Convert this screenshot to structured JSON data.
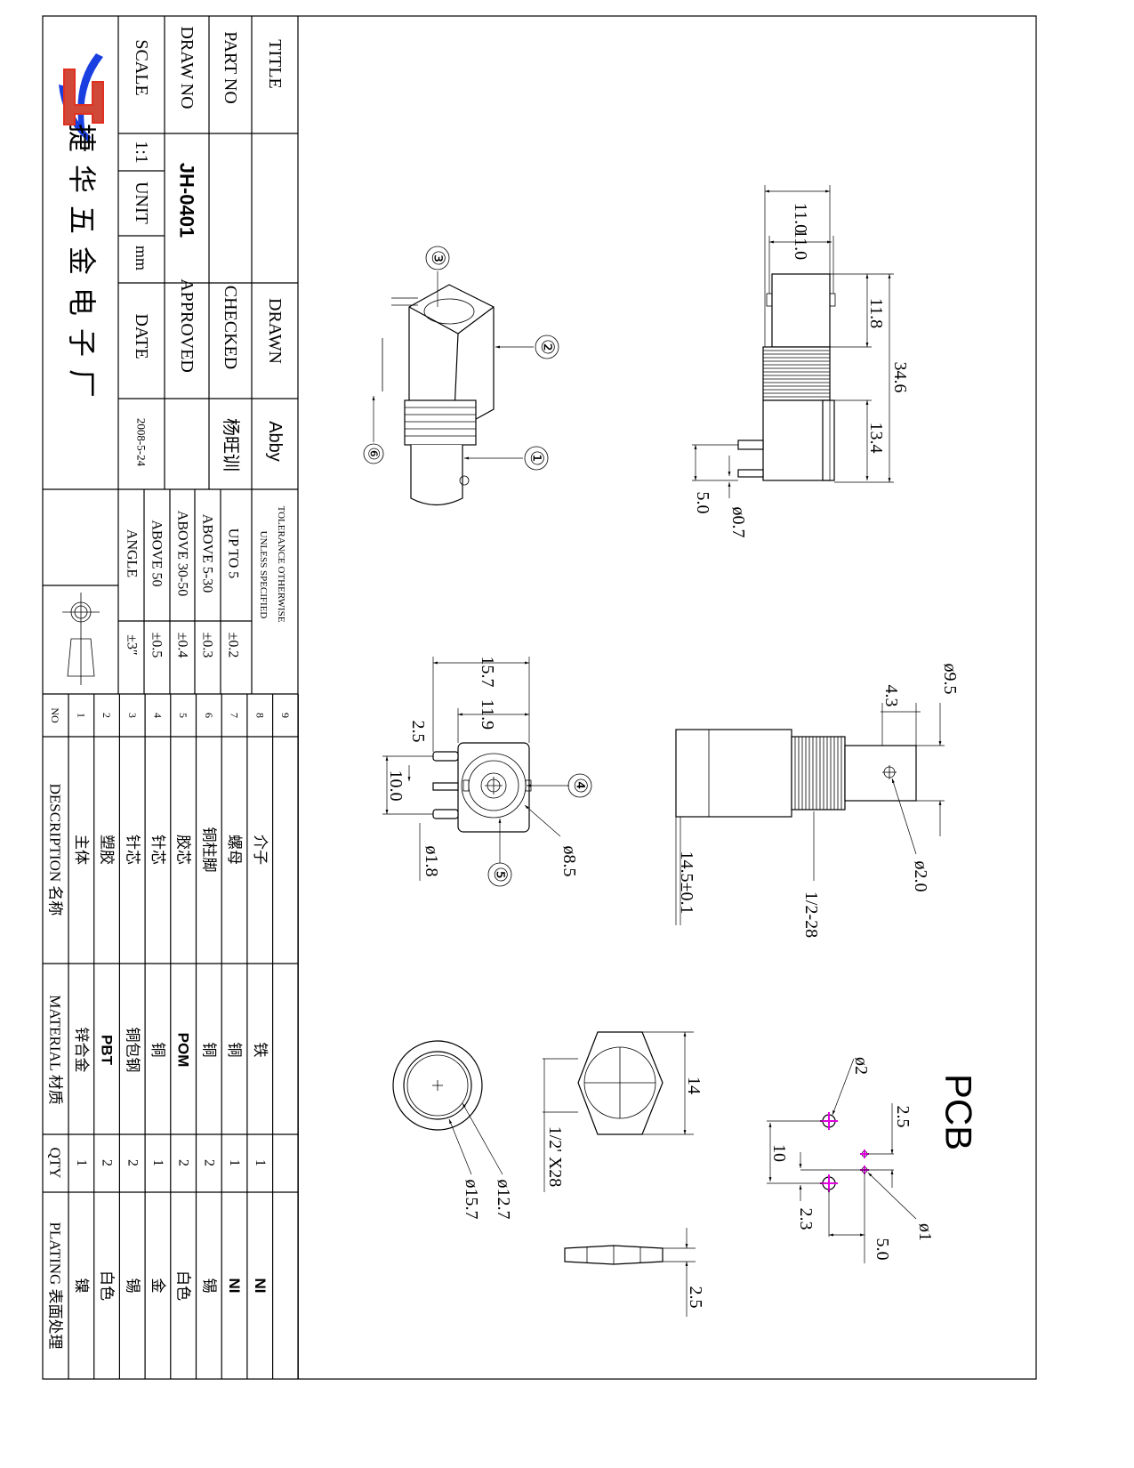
{
  "title_block": {
    "company_name": "捷华五金电子厂",
    "logo_letters": "JH",
    "title_label": "TITLE",
    "title_value": "",
    "part_no_label": "PART  NO",
    "part_no_value": "",
    "draw_no_label": "DRAW  NO",
    "draw_no_value": "JH-0401",
    "scale_label": "SCALE",
    "scale_value": "1:1",
    "unit_label": "UNIT",
    "unit_value": "mm",
    "drawn_label": "DRAWN",
    "drawn_value": "Abby",
    "checked_label": "CHECKED",
    "checked_value": "杨旺训",
    "approved_label": "APPROVED",
    "approved_value": "",
    "date_label": "DATE",
    "date_value": "2008-5-24"
  },
  "tolerance": {
    "header_line1": "TOLERANCE  OTHERWISE",
    "header_line2": "UNLESS         SPECIFIED",
    "rows": [
      {
        "range": "UP  TO  5",
        "value": "±0.2"
      },
      {
        "range": "ABOVE  5-30",
        "value": "±0.3"
      },
      {
        "range": "ABOVE  30-50",
        "value": "±0.4"
      },
      {
        "range": "ABOVE  50",
        "value": "±0.5"
      },
      {
        "range": "ANGLE",
        "value": "±3″"
      }
    ]
  },
  "parts_table": {
    "headers": {
      "no": "NO",
      "description": "DESCRIPTION   名称",
      "material": "MATERIAL   材质",
      "qty": "QTY",
      "plating": "PLATING    表面处理"
    },
    "rows": [
      {
        "no": "1",
        "description": "主体",
        "material": "锌合金",
        "qty": "1",
        "plating": "镍"
      },
      {
        "no": "2",
        "description": "塑胶",
        "material": "PBT",
        "qty": "2",
        "plating": "白色"
      },
      {
        "no": "3",
        "description": "针芯",
        "material": "铜包钢",
        "qty": "2",
        "plating": "锡"
      },
      {
        "no": "4",
        "description": "针芯",
        "material": "铜",
        "qty": "1",
        "plating": "金"
      },
      {
        "no": "5",
        "description": "胶芯",
        "material": "POM",
        "qty": "2",
        "plating": "白色"
      },
      {
        "no": "6",
        "description": "铜柱脚",
        "material": "铜",
        "qty": "2",
        "plating": "锡"
      },
      {
        "no": "7",
        "description": "螺母",
        "material": "铜",
        "qty": "1",
        "plating": "NI"
      },
      {
        "no": "8",
        "description": "介子",
        "material": "铁",
        "qty": "1",
        "plating": "NI"
      },
      {
        "no": "9",
        "description": "",
        "material": "",
        "qty": "",
        "plating": ""
      }
    ]
  },
  "balloons": [
    "①",
    "②",
    "③",
    "④",
    "⑤",
    "⑥"
  ],
  "dimensions": {
    "side": {
      "d1": "11.0",
      "d2": "11.0",
      "d3": "11.8",
      "d4": "34.6",
      "d5": "13.4",
      "d6": "5.0",
      "d7": "ø0.7"
    },
    "front": {
      "d1": "15.7",
      "d2": "11.9",
      "d3": "2.5",
      "d4": "10.0",
      "d5": "ø1.8",
      "d6": "ø8.5"
    },
    "profile": {
      "d1": "ø9.5",
      "d2": "4.3",
      "d3": "14.5±0.1",
      "d4": "ø2.0",
      "d5": "1/2-28"
    },
    "nut": {
      "d1": "14",
      "d2": "1/2' X28",
      "d3": "2.5"
    },
    "washer": {
      "d1": "ø12.7",
      "d2": "ø15.7"
    },
    "pcb": {
      "title": "PCB",
      "d1": "ø2",
      "d2": "2.5",
      "d3": "10",
      "d4": "2.3",
      "d5": "5.0",
      "d6": "ø1"
    }
  },
  "colors": {
    "logo_blue": "#1a3fe0",
    "logo_red": "#e03020",
    "hole_mark": "#e000e0"
  }
}
